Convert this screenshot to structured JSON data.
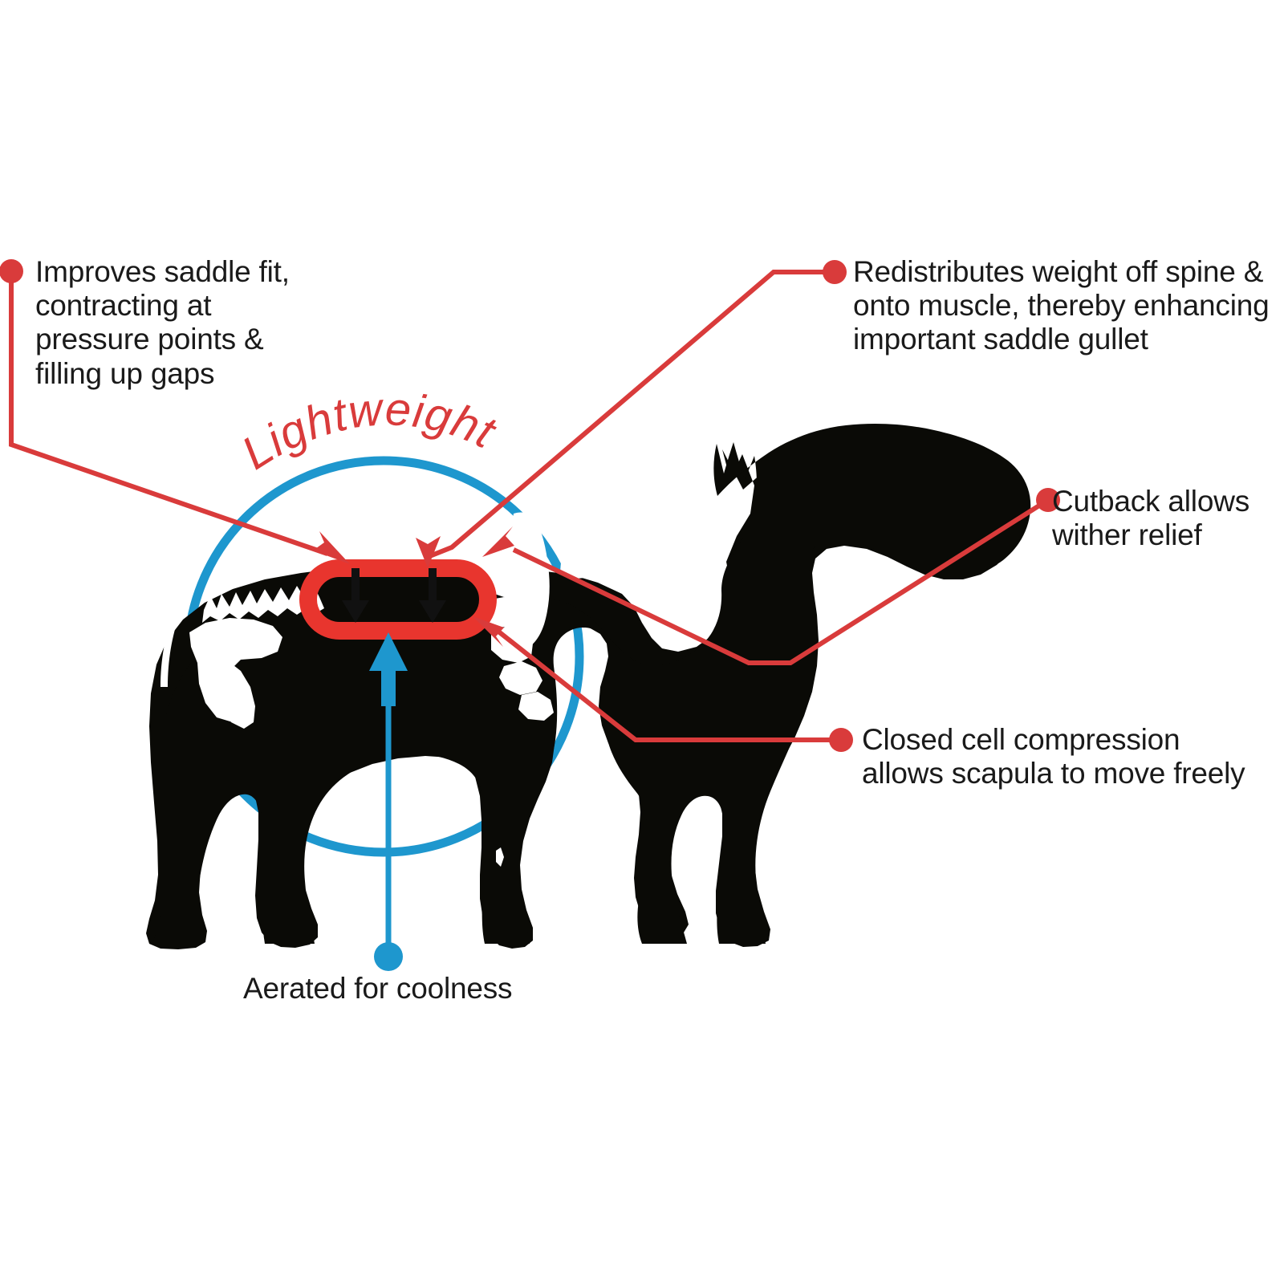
{
  "diagram": {
    "title": "Saddle pad benefits diagram",
    "subject": "horse-silhouette-with-skeleton",
    "colors": {
      "accent_red": "#D93B3B",
      "pad_red": "#E8352E",
      "accent_blue": "#1E97CE",
      "silhouette_black": "#0A0A06",
      "text_black": "#1A1A1A",
      "background": "#FFFFFF"
    }
  },
  "callouts": [
    {
      "id": "improves-saddle-fit",
      "text": "Improves saddle fit,\ncontracting at\npressure points &\nfilling up gaps",
      "color": "#D93B3B",
      "marker": "dot",
      "anchor": "top-left"
    },
    {
      "id": "redistributes-weight",
      "text": "Redistributes weight off spine &\nonto muscle, thereby enhancing\nimportant saddle gullet",
      "color": "#D93B3B",
      "marker": "dot",
      "anchor": "top-right"
    },
    {
      "id": "cutback-wither-relief",
      "text": "Cutback allows\nwither relief",
      "color": "#D93B3B",
      "marker": "dot",
      "anchor": "right"
    },
    {
      "id": "closed-cell-compression",
      "text": "Closed cell compression\nallows scapula to move freely",
      "color": "#D93B3B",
      "marker": "dot",
      "anchor": "right-lower"
    },
    {
      "id": "aerated-for-coolness",
      "text": "Aerated for coolness",
      "color": "#1E97CE",
      "marker": "dot",
      "anchor": "bottom-center"
    }
  ],
  "curved_label": {
    "id": "lightweight",
    "text": "Lightweight",
    "color": "#D93B3B",
    "style": "italic-arc"
  },
  "graphics": {
    "saddle_pad": {
      "name": "red-saddle-pad-outline",
      "shape": "rounded-rectangle",
      "color": "#E8352E"
    },
    "pressure_arrows": {
      "name": "downward-pressure-arrows",
      "count": 2,
      "color": "#111111",
      "direction": "down"
    },
    "airflow_arrow": {
      "name": "upward-airflow-arrow",
      "count": 1,
      "color": "#1E97CE",
      "direction": "up"
    },
    "lightweight_circle": {
      "name": "blue-lightweight-circle",
      "color": "#1E97CE"
    },
    "horse": {
      "name": "horse-silhouette",
      "fill": "#0A0A06",
      "skeleton_markings": "white"
    }
  }
}
